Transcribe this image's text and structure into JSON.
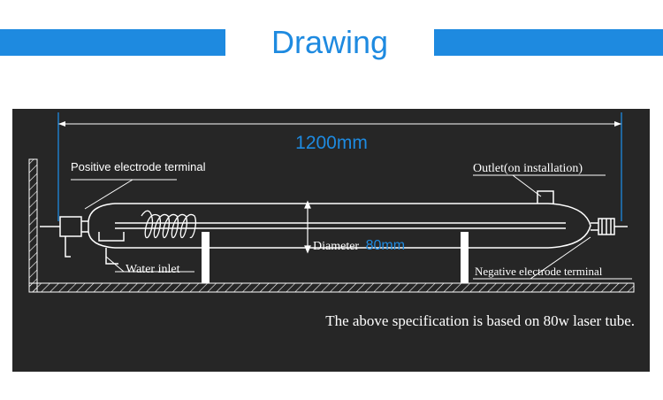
{
  "header": {
    "title": "Drawing",
    "accent_color": "#1e8ae0"
  },
  "diagram": {
    "length_label": "1200mm",
    "positive_label": "Positive electrode terminal",
    "outlet_label": "Outlet(on installation)",
    "diameter_prefix": "Diameter",
    "diameter_value": "80mm",
    "water_inlet_label": "Water inlet",
    "negative_label": "Negative electrode terminal",
    "spec_note": "The above specification is based on 80w laser tube.",
    "background_color": "#262626",
    "line_color": "#ffffff"
  }
}
